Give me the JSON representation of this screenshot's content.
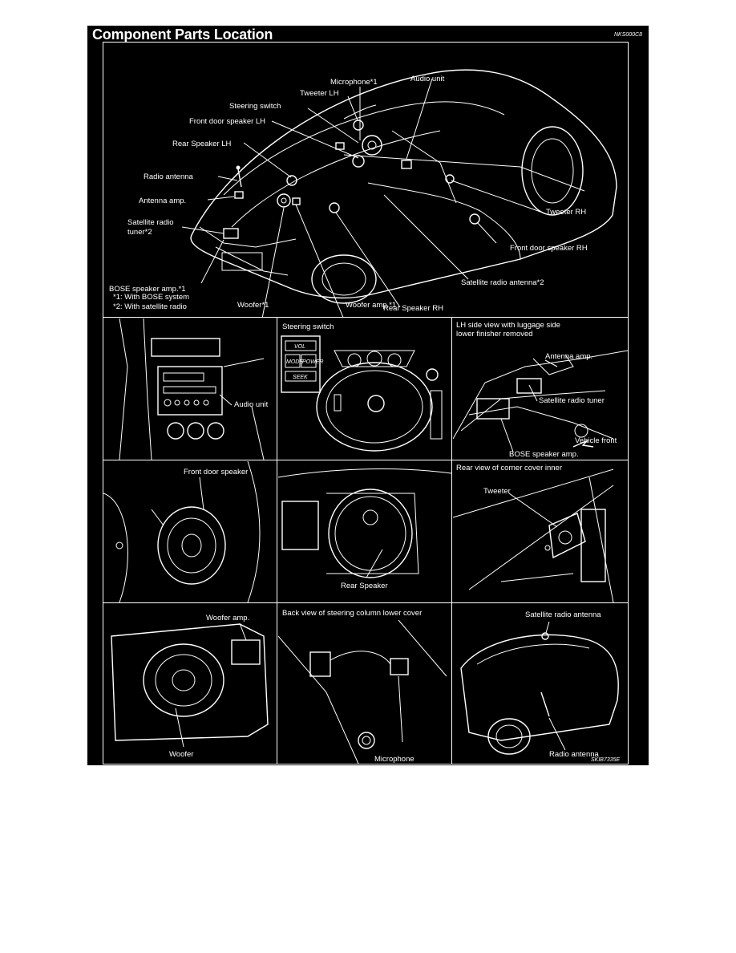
{
  "header": {
    "title": "Component Parts Location",
    "code": "NKS000C8"
  },
  "main": {
    "labels": {
      "microphone": "Microphone*1",
      "audio_unit": "Audio unit",
      "tweeter_lh": "Tweeter LH",
      "steering_switch": "Steering switch",
      "front_door_speaker_lh": "Front door speaker LH",
      "rear_speaker_lh": "Rear Speaker LH",
      "radio_antenna": "Radio antenna",
      "antenna_amp": "Antenna amp.",
      "satellite_radio_tuner_line1": "Satellite radio",
      "satellite_radio_tuner_line2": "tuner*2",
      "bose_speaker_amp": "BOSE speaker amp.*1",
      "tweeter_rh": "Tweeter RH",
      "front_door_speaker_rh": "Front door speaker RH",
      "satellite_radio_antenna": "Satellite radio antenna*2",
      "rear_speaker_rh": "Rear Speaker RH",
      "woofer": "Woofer*1",
      "woofer_amp": "Woofer amp.*1"
    },
    "notes": [
      "*1: With BOSE system",
      "*2: With satellite radio"
    ]
  },
  "panels": {
    "audio_unit": {
      "label": "Audio unit"
    },
    "steering_switch": {
      "title": "Steering switch",
      "buttons": [
        "VOL",
        "MODE",
        "POWER",
        "SEEK"
      ]
    },
    "lh_side": {
      "title_line1": "LH side view with luggage side",
      "title_line2": "lower finisher removed",
      "antenna_amp": "Antenna amp.",
      "satellite_radio_tuner": "Satellite radio tuner",
      "vehicle_front": "Vehicle front",
      "bose_speaker_amp": "BOSE speaker amp."
    },
    "front_door_speaker": {
      "label": "Front door speaker"
    },
    "rear_speaker": {
      "label": "Rear Speaker"
    },
    "rear_view": {
      "title": "Rear view of corner cover inner",
      "tweeter": "Tweeter"
    },
    "woofer": {
      "woofer_amp": "Woofer amp.",
      "woofer": "Woofer"
    },
    "steering_column": {
      "title": "Back view of steering column lower cover",
      "microphone": "Microphone"
    },
    "satellite_antenna": {
      "satellite_radio_antenna": "Satellite radio antenna",
      "radio_antenna": "Radio antenna"
    }
  },
  "footer": {
    "code": "SKIB7335E"
  }
}
